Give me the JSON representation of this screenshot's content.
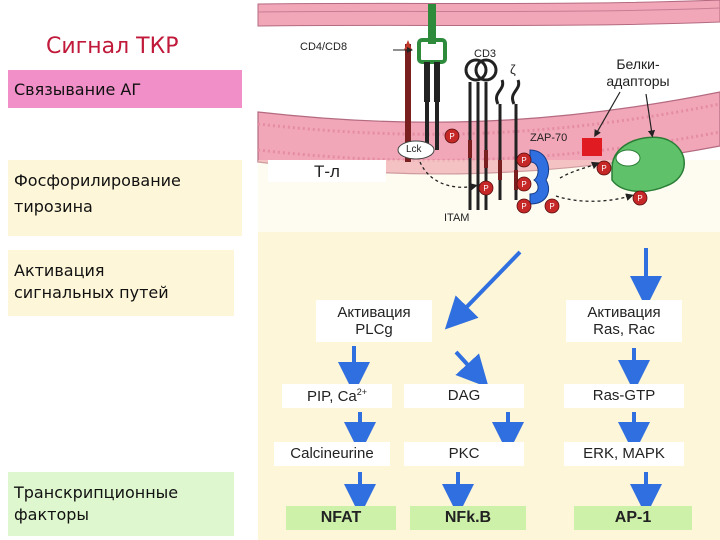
{
  "title": "Сигнал ТКР",
  "stages": {
    "binding": "Связывание АГ",
    "phosphorylation_line1": "Фосфорилирование",
    "phosphorylation_line2": "тирозина",
    "activation_line1": "Активация",
    "activation_line2": "сигнальных путей",
    "transcription_line1": "Транскрипционные",
    "transcription_line2": "факторы"
  },
  "diagram_labels": {
    "cd4_cd8": "CD4/CD8",
    "cd3": "CD3",
    "zeta": "ζ",
    "adaptors_line1": "Белки-",
    "adaptors_line2": "адапторы",
    "zap70": "ZAP-70",
    "lck": "Lck",
    "t_cell": "Т-л",
    "itam": "ITAM",
    "phospho": "P"
  },
  "pathways": {
    "plc_line1": "Активация",
    "plc_line2": "PLCg",
    "ras_line1": "Активация",
    "ras_line2": "Ras, Rac",
    "pip_ca": "PIP, Ca",
    "pip_ca_sup": "2+",
    "dag": "DAG",
    "ras_gtp": "Ras-GTP",
    "calcineurine": "Calcineurine",
    "pkc": "PKC",
    "erk_mapk": "ERK, MAPK",
    "nfat": "NFAT",
    "nfkb": "NFk.B",
    "ap1": "AP-1"
  },
  "colors": {
    "membrane": "#f2a7b8",
    "cytoplasm": "#fdf6d8",
    "arrow_blue": "#2f6fe0",
    "phospho_red": "#c62828",
    "green_box": "#cdf1a9",
    "pink_stage": "#f08fc8"
  }
}
